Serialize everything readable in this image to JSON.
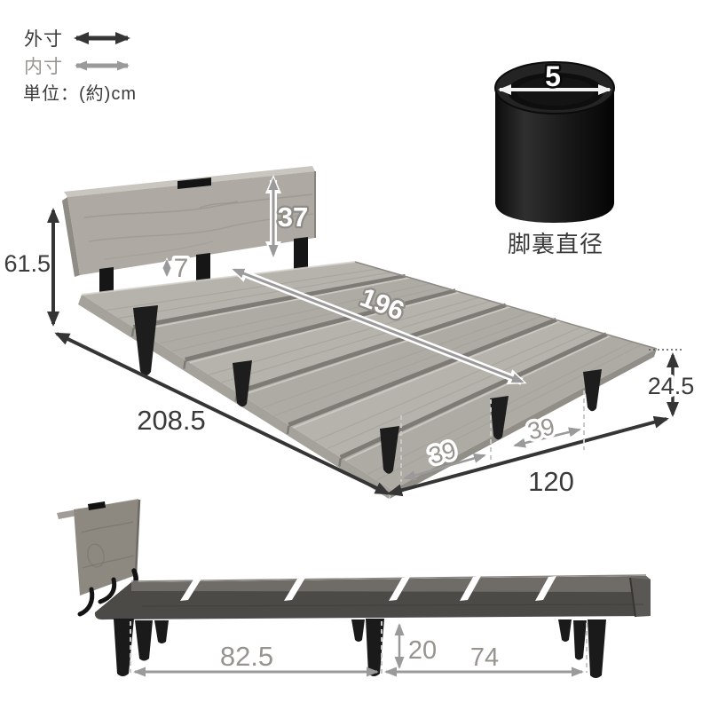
{
  "legend": {
    "outer_label": "外寸",
    "inner_label": "内寸",
    "unit_label": "単位：(約)cm"
  },
  "leg_detail": {
    "value": "5",
    "caption": "脚裏直径"
  },
  "iso": {
    "total_height": "61.5",
    "headboard_height": "37",
    "gap": "7",
    "inner_length": "196",
    "outer_length": "208.5",
    "platform_height": "24.5",
    "leg_pitch_a": "39",
    "leg_pitch_b": "39",
    "width": "120"
  },
  "side": {
    "head_span": "82.5",
    "clearance": "20",
    "foot_span": "74"
  },
  "colors": {
    "dim_dark": "#3a3a3a",
    "dim_gray": "#9a9a9a",
    "wood_light": "#b6b2ac",
    "wood_gap": "#7e7b76",
    "wood_side_dark": "#4c4a47",
    "leg_black": "#1d1d1d"
  }
}
